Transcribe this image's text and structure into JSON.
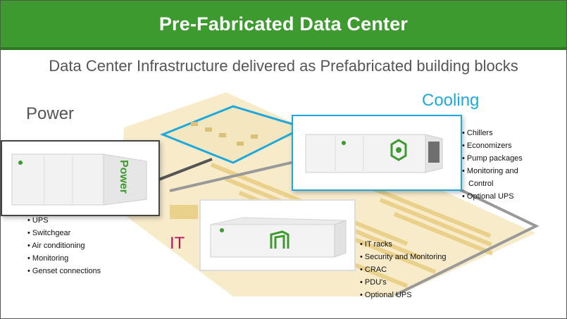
{
  "title": "Pre-Fabricated Data Center",
  "subtitle": "Data Center Infrastructure delivered as Prefabricated building blocks",
  "labels": {
    "power": "Power",
    "cooling": "Cooling",
    "it": "IT"
  },
  "power_module_text": "Power",
  "lists": {
    "power": [
      "UPS",
      "Switchgear",
      "Air conditioning",
      "Monitoring",
      "Genset connections"
    ],
    "cooling": [
      "Chillers",
      "Economizers",
      "Pump packages",
      "Monitoring and",
      "Control",
      "Optional UPS"
    ],
    "it": [
      "IT racks",
      "Security and Monitoring",
      "CRAC",
      "PDU's",
      "Optional UPS"
    ]
  },
  "colors": {
    "title_bar": "#3c9a2e",
    "cooling_accent": "#1fa8de",
    "it_accent": "#b5175a",
    "floor": "#f3e3b5"
  },
  "icons": [
    "power-module-image",
    "cooling-module-image",
    "it-module-image",
    "floorplan-background"
  ]
}
